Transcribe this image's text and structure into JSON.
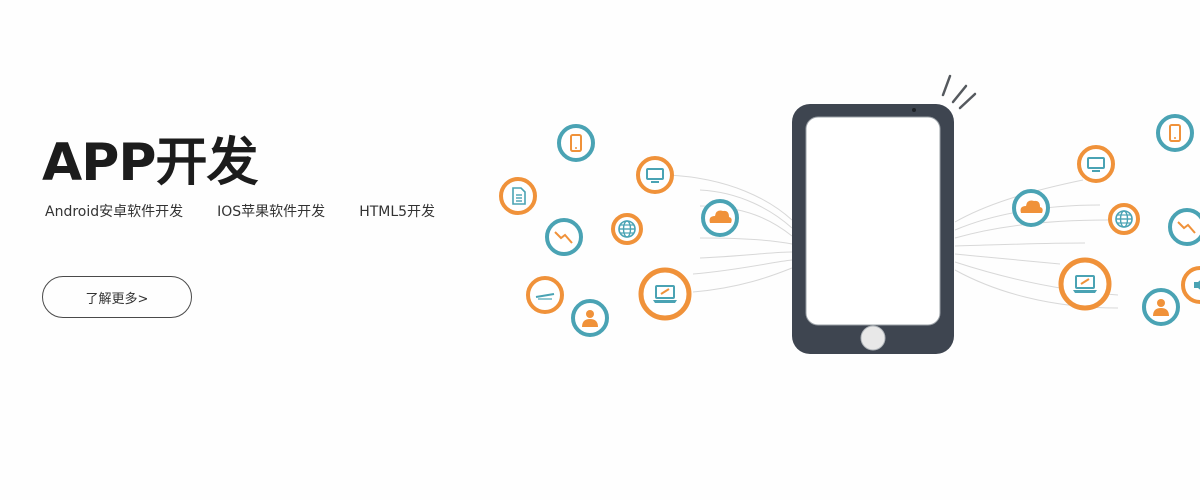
{
  "hero": {
    "title": "APP开发",
    "tags": [
      "Android安卓软件开发",
      "IOS苹果软件开发",
      "HTML5开发"
    ],
    "cta_label": "了解更多>"
  },
  "colors": {
    "teal": "#4aa3b4",
    "orange": "#f0923a",
    "phone_body": "#3e4550",
    "text": "#1c1c1c"
  },
  "illustration": {
    "icons": [
      "phone-icon",
      "monitor-icon",
      "document-icon",
      "cloud-icon",
      "globe-icon",
      "trend-chart-icon",
      "laptop-icon",
      "user-icon",
      "ruler-icon",
      "speaker-icon"
    ]
  }
}
